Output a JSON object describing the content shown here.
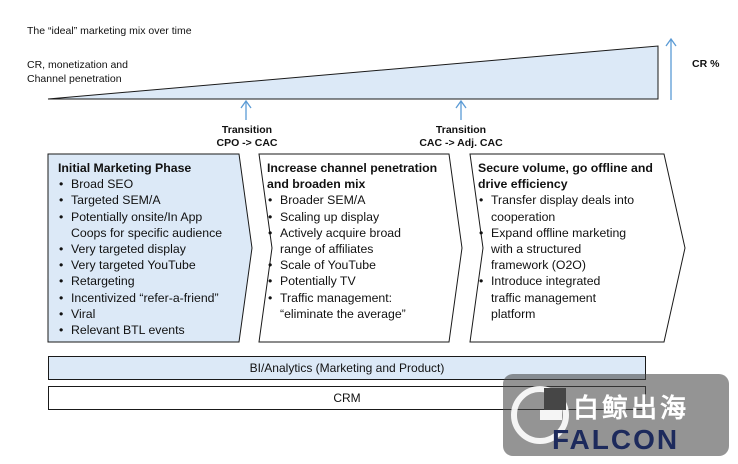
{
  "header": {
    "title": "The “ideal” marketing mix over time",
    "cr_label_line1": "CR, monetization and",
    "cr_label_line2": "Channel penetration",
    "cr_pct": "CR %"
  },
  "transitions": [
    {
      "line1": "Transition",
      "line2": "CPO -> CAC"
    },
    {
      "line1": "Transition",
      "line2": "CAC -> Adj. CAC"
    }
  ],
  "phases": [
    {
      "heading_line1": "Initial Marketing Phase",
      "items": [
        [
          "Broad SEO"
        ],
        [
          "Targeted SEM/A"
        ],
        [
          "Potentially onsite/In App",
          "Coops for specific audience"
        ],
        [
          "Very targeted display"
        ],
        [
          "Very targeted YouTube"
        ],
        [
          "Retargeting"
        ],
        [
          "Incentivized “refer-a-friend”"
        ],
        [
          "Viral"
        ],
        [
          "Relevant BTL events"
        ]
      ]
    },
    {
      "heading_line1": "Increase channel penetration",
      "heading_line2": "and broaden mix",
      "items": [
        [
          "Broader SEM/A"
        ],
        [
          "Scaling up display"
        ],
        [
          "Actively acquire broad",
          "range of affiliates"
        ],
        [
          "Scale of YouTube"
        ],
        [
          "Potentially TV"
        ],
        [
          "Traffic management:",
          "“eliminate the average”"
        ]
      ]
    },
    {
      "heading_line1": "Secure volume, go offline and",
      "heading_line2": "drive efficiency",
      "items": [
        [
          "Transfer display deals into",
          "cooperation"
        ],
        [
          "Expand offline marketing",
          "with a structured",
          "framework (O2O)"
        ],
        [
          "Introduce integrated",
          "traffic management",
          "platform"
        ]
      ]
    }
  ],
  "bars": {
    "bi_analytics": "BI/Analytics (Marketing and Product)",
    "crm": "CRM"
  },
  "watermark": {
    "cn_text": "白鲸出海",
    "brand": "FALCON"
  },
  "colors": {
    "light_blue": "#dce9f7",
    "arrow_blue": "#5b9bd5",
    "navy": "#1d2a5c"
  }
}
